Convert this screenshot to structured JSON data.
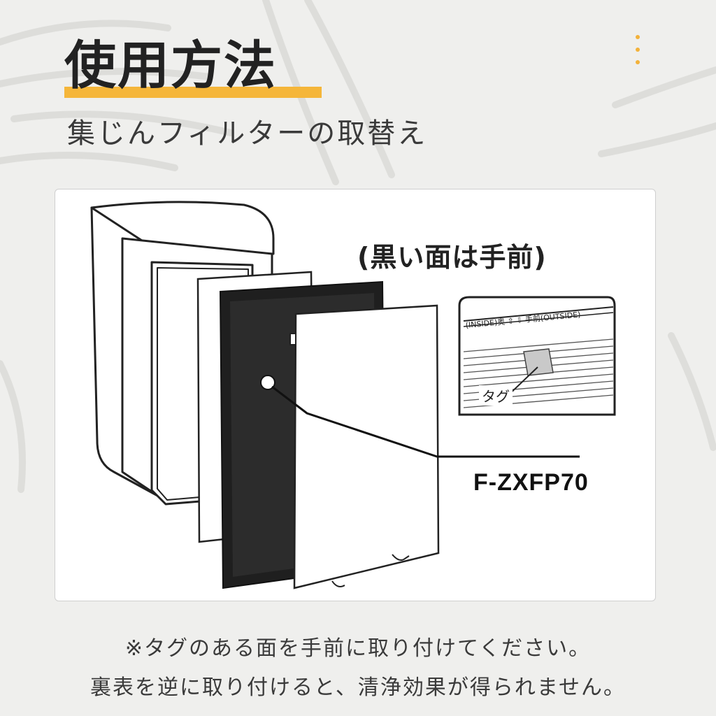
{
  "header": {
    "title": "使用方法",
    "subtitle": "集じんフィルターの取替え",
    "accent_color": "#f5b63a"
  },
  "diagram": {
    "orientation_label": "(黒い面は手前)",
    "tag_label": "タグ",
    "inside_label": "(INSIDE)奥",
    "outside_label": "手前(OUTSIDE)",
    "model_label": "F-ZXFP70",
    "filter_color": "#1f1f1f"
  },
  "notes": {
    "line1": "※タグのある面を手前に取り付けてください。",
    "line2": "裏表を逆に取り付けると、清浄効果が得られません。"
  },
  "icons": [
    "more-vertical-icon",
    "up-arrow-icon",
    "down-arrow-icon"
  ]
}
